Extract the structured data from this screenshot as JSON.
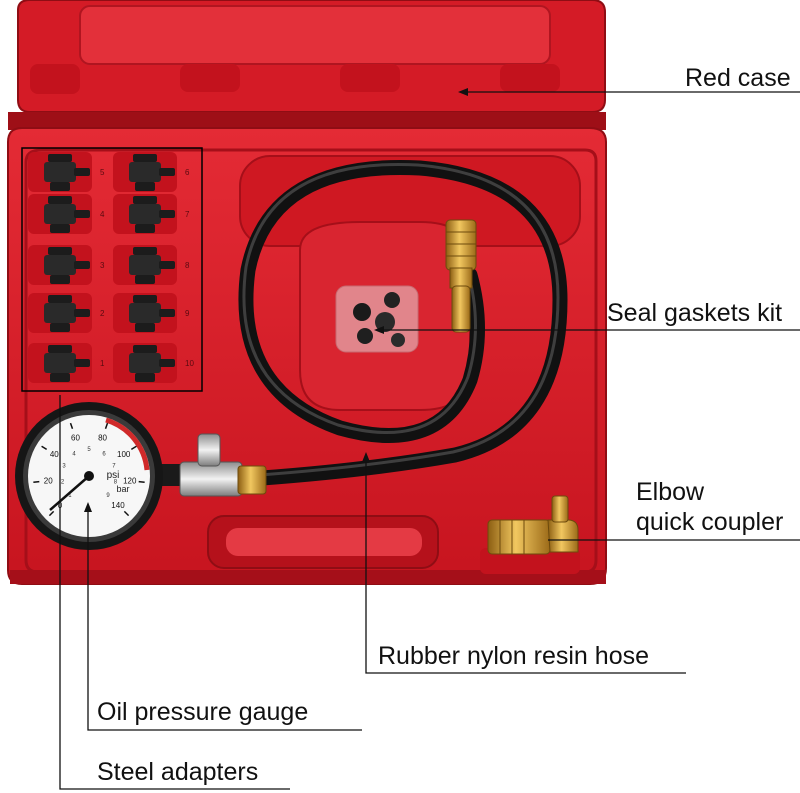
{
  "labels": {
    "red_case": "Red case",
    "seal_gaskets_kit": "Seal gaskets kit",
    "elbow_line1": "Elbow",
    "elbow_line2": "quick coupler",
    "hose": "Rubber nylon resin hose",
    "gauge": "Oil pressure gauge",
    "adapters": "Steel adapters"
  },
  "gauge": {
    "unit_outer": "psi",
    "unit_inner": "bar",
    "psi_ticks": [
      "0",
      "20",
      "40",
      "60",
      "80",
      "100",
      "120",
      "140"
    ],
    "bar_ticks": [
      "1",
      "2",
      "3",
      "4",
      "5",
      "6",
      "7",
      "8",
      "9"
    ]
  },
  "adapters": {
    "left_column_marks": [
      "5",
      "4",
      "3",
      "2",
      "1"
    ],
    "right_column_marks": [
      "6",
      "7",
      "8",
      "9",
      "10"
    ]
  },
  "colors": {
    "case_red": "#d81d2a",
    "case_dark": "#9e0f17",
    "hose_black": "#1b1b1b",
    "brass": "#c9962a"
  }
}
